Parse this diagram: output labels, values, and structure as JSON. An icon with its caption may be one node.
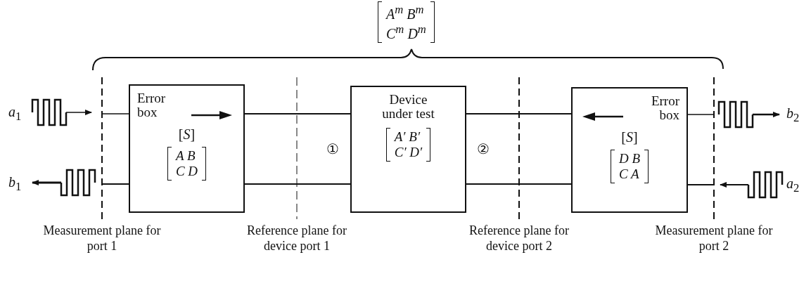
{
  "diagram": {
    "nodes": [
      {
        "text": [
          "Error box",
          "[*S*]",
          "A B",
          "C D"
        ]
      },
      {
        "text": [
          "Device under test",
          "A′ B′",
          "C′ D′"
        ]
      },
      {
        "text": [
          "Error box",
          "[*S*]",
          "D B",
          "C A"
        ]
      }
    ],
    "edges": [
      {
        "from": 0,
        "to": 1,
        "arrow": "none"
      },
      {
        "from": 0,
        "to": 1,
        "arrow": "none"
      },
      {
        "from": 1,
        "to": 2,
        "arrow": "none"
      },
      {
        "from": 1,
        "to": 2,
        "arrow": "none"
      }
    ],
    "labels": [
      "*A*$^{m}$ *B*$^{m}$",
      "*C*$^{m}$ *D*$^{m}$",
      "*a*$_{1}$",
      "*b*$_{1}$",
      "①",
      "②",
      "*b*$_{2}$",
      "*a*$_{2}$",
      "Measurement plane for port 1",
      "Reference plane for device port 1",
      "Reference plane for device port 2",
      "Measurement plane for port 2"
    ]
  }
}
